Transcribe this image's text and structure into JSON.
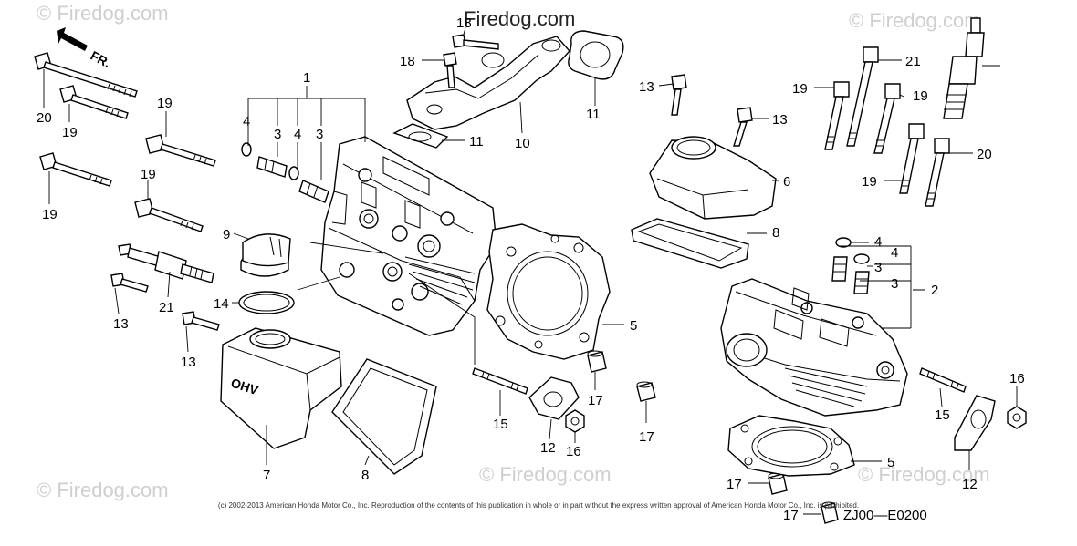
{
  "watermark": {
    "text": "© Firedog.com",
    "top_text": "Firedog.com"
  },
  "direction_label": "FR.",
  "diagram_code": "ZJ00—E0200",
  "copyright": "(c) 2002-2013 American Honda Motor Co., Inc. Reproduction of the contents of this publication in whole or in part without the express written approval of American Honda Motor Co., Inc. is prohibited.",
  "cover_stamp": "OHV",
  "callouts": [
    {
      "id": "c1",
      "label": "1"
    },
    {
      "id": "c2",
      "label": "2"
    },
    {
      "id": "c3a",
      "label": "3"
    },
    {
      "id": "c3b",
      "label": "3"
    },
    {
      "id": "c3c",
      "label": "3"
    },
    {
      "id": "c3d",
      "label": "3"
    },
    {
      "id": "c4a",
      "label": "4"
    },
    {
      "id": "c4b",
      "label": "4"
    },
    {
      "id": "c4c",
      "label": "4"
    },
    {
      "id": "c4d",
      "label": "4"
    },
    {
      "id": "c5a",
      "label": "5"
    },
    {
      "id": "c5b",
      "label": "5"
    },
    {
      "id": "c6",
      "label": "6"
    },
    {
      "id": "c7",
      "label": "7"
    },
    {
      "id": "c8a",
      "label": "8"
    },
    {
      "id": "c8b",
      "label": "8"
    },
    {
      "id": "c9",
      "label": "9"
    },
    {
      "id": "c10",
      "label": "10"
    },
    {
      "id": "c11a",
      "label": "11"
    },
    {
      "id": "c11b",
      "label": "11"
    },
    {
      "id": "c12a",
      "label": "12"
    },
    {
      "id": "c12b",
      "label": "12"
    },
    {
      "id": "c13a",
      "label": "13"
    },
    {
      "id": "c13b",
      "label": "13"
    },
    {
      "id": "c13c",
      "label": "13"
    },
    {
      "id": "c13d",
      "label": "13"
    },
    {
      "id": "c14",
      "label": "14"
    },
    {
      "id": "c15a",
      "label": "15"
    },
    {
      "id": "c15b",
      "label": "15"
    },
    {
      "id": "c16a",
      "label": "16"
    },
    {
      "id": "c16b",
      "label": "16"
    },
    {
      "id": "c17a",
      "label": "17"
    },
    {
      "id": "c17b",
      "label": "17"
    },
    {
      "id": "c17c",
      "label": "17"
    },
    {
      "id": "c17d",
      "label": "17"
    },
    {
      "id": "c18a",
      "label": "18"
    },
    {
      "id": "c18b",
      "label": "18"
    },
    {
      "id": "c19a",
      "label": "19"
    },
    {
      "id": "c19b",
      "label": "19"
    },
    {
      "id": "c19c",
      "label": "19"
    },
    {
      "id": "c19d",
      "label": "19"
    },
    {
      "id": "c19e",
      "label": "19"
    },
    {
      "id": "c19f",
      "label": "19"
    },
    {
      "id": "c19g",
      "label": "19"
    },
    {
      "id": "c20a",
      "label": "20"
    },
    {
      "id": "c20b",
      "label": "20"
    },
    {
      "id": "c21a",
      "label": "21"
    },
    {
      "id": "c21b",
      "label": "21"
    }
  ]
}
